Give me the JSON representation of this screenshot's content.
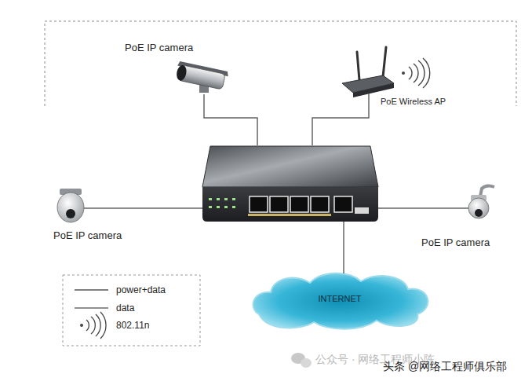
{
  "diagram": {
    "nodes": [
      {
        "text": [
          "PoE IP camera"
        ]
      },
      {
        "text": [
          "PoE Wireless AP"
        ]
      },
      {
        "text": []
      },
      {
        "text": [
          "PoE IP camera"
        ]
      },
      {
        "text": [
          "PoE IP camera"
        ]
      },
      {
        "text": [
          "INTERNET"
        ]
      }
    ],
    "edges": [
      {
        "from": 0,
        "to": 2,
        "arrow": "none"
      },
      {
        "from": 1,
        "to": 2,
        "arrow": "none"
      },
      {
        "from": 3,
        "to": 2,
        "arrow": "none"
      },
      {
        "from": 4,
        "to": 2,
        "arrow": "none"
      },
      {
        "from": 2,
        "to": 5,
        "arrow": "none"
      }
    ],
    "labels": [
      "公众号 · 网络工程师小陈",
      "头条 @网络工程师俱乐部"
    ],
    "legend": [
      {
        "text": "power+data"
      },
      {
        "text": "data"
      },
      {
        "text": "802.11n"
      }
    ]
  }
}
